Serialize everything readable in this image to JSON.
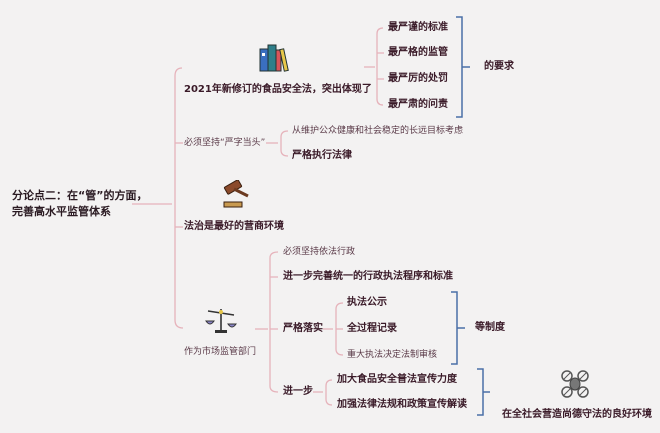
{
  "root": {
    "line1": "分论点二：在“管”的方面，",
    "line2": "完善高水平监管体系"
  },
  "branch1": {
    "label": "2021年新修订的食品安全法，突出体现了",
    "icon": "books-icon",
    "items": [
      "最严谨的标准",
      "最严格的监管",
      "最严厉的处罚",
      "最严肃的问责"
    ],
    "summary": "的要求"
  },
  "branch2": {
    "label": "必须坚持“严字当头”",
    "items": [
      "从维护公众健康和社会稳定的长远目标考虑",
      "严格执行法律"
    ]
  },
  "branch3": {
    "label": "法治是最好的营商环境",
    "icon": "gavel-icon"
  },
  "branch4": {
    "label": "作为市场监管部门",
    "icon": "scales-icon",
    "items": [
      "必须坚持依法行政",
      "进一步完善统一的行政执法程序和标准",
      "严格落实",
      "进一步"
    ],
    "strict": {
      "items": [
        "执法公示",
        "全过程记录",
        "重大执法决定法制审核"
      ],
      "summary": "等制度"
    },
    "further": {
      "items": [
        "加大食品安全普法宣传力度",
        "加强法律法规和政策宣传解读"
      ],
      "summary": "在全社会营造尚德守法的良好环境",
      "icon": "drone-icon"
    }
  },
  "colors": {
    "line": "#e6b3bb",
    "bracket": "#4a6fa8",
    "background": "#f3f2f2"
  }
}
